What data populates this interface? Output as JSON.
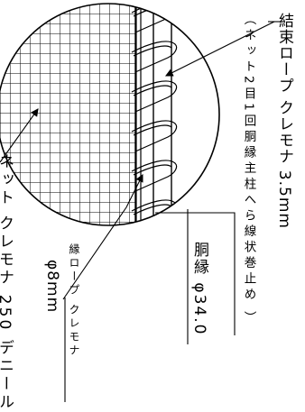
{
  "labels": {
    "tie_rope": "結束ロープ クレモナ 3.5mm",
    "tie_rope_note": "（ネット2目1回胴縁主柱へら線状巻止め ）",
    "edge_rope_line1": "縁ロープ クレモナ",
    "edge_rope_line2": "φ8mm",
    "frame_pipe": "胴縁 φ34.0",
    "net": "ネット クレモナ 250 デニール"
  },
  "colors": {
    "line": "#000000",
    "background": "#ffffff"
  }
}
